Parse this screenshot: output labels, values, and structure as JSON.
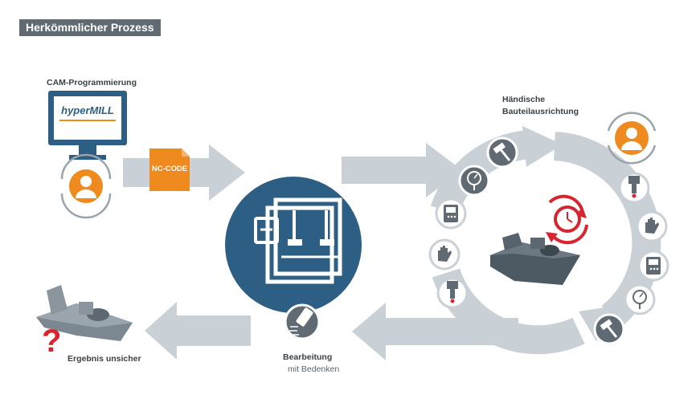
{
  "header": {
    "title": "Herkömmlicher Prozess"
  },
  "cam": {
    "label": "CAM-Programmierung",
    "brand": "hyperMILL",
    "nc_doc_label": "NC-CODE"
  },
  "alignment": {
    "label_line1": "Händische",
    "label_line2": "Bauteilausrichtung"
  },
  "machining": {
    "label": "Bearbeitung",
    "sublabel": "mit Bedenken"
  },
  "result": {
    "label": "Ergebnis unsicher"
  },
  "colors": {
    "machine_blue": "#2c5f83",
    "accent_orange": "#ef8a1f",
    "arrow_gray": "#c9d1d7",
    "icon_gray": "#5f6a72",
    "alert_red": "#d7242e"
  }
}
